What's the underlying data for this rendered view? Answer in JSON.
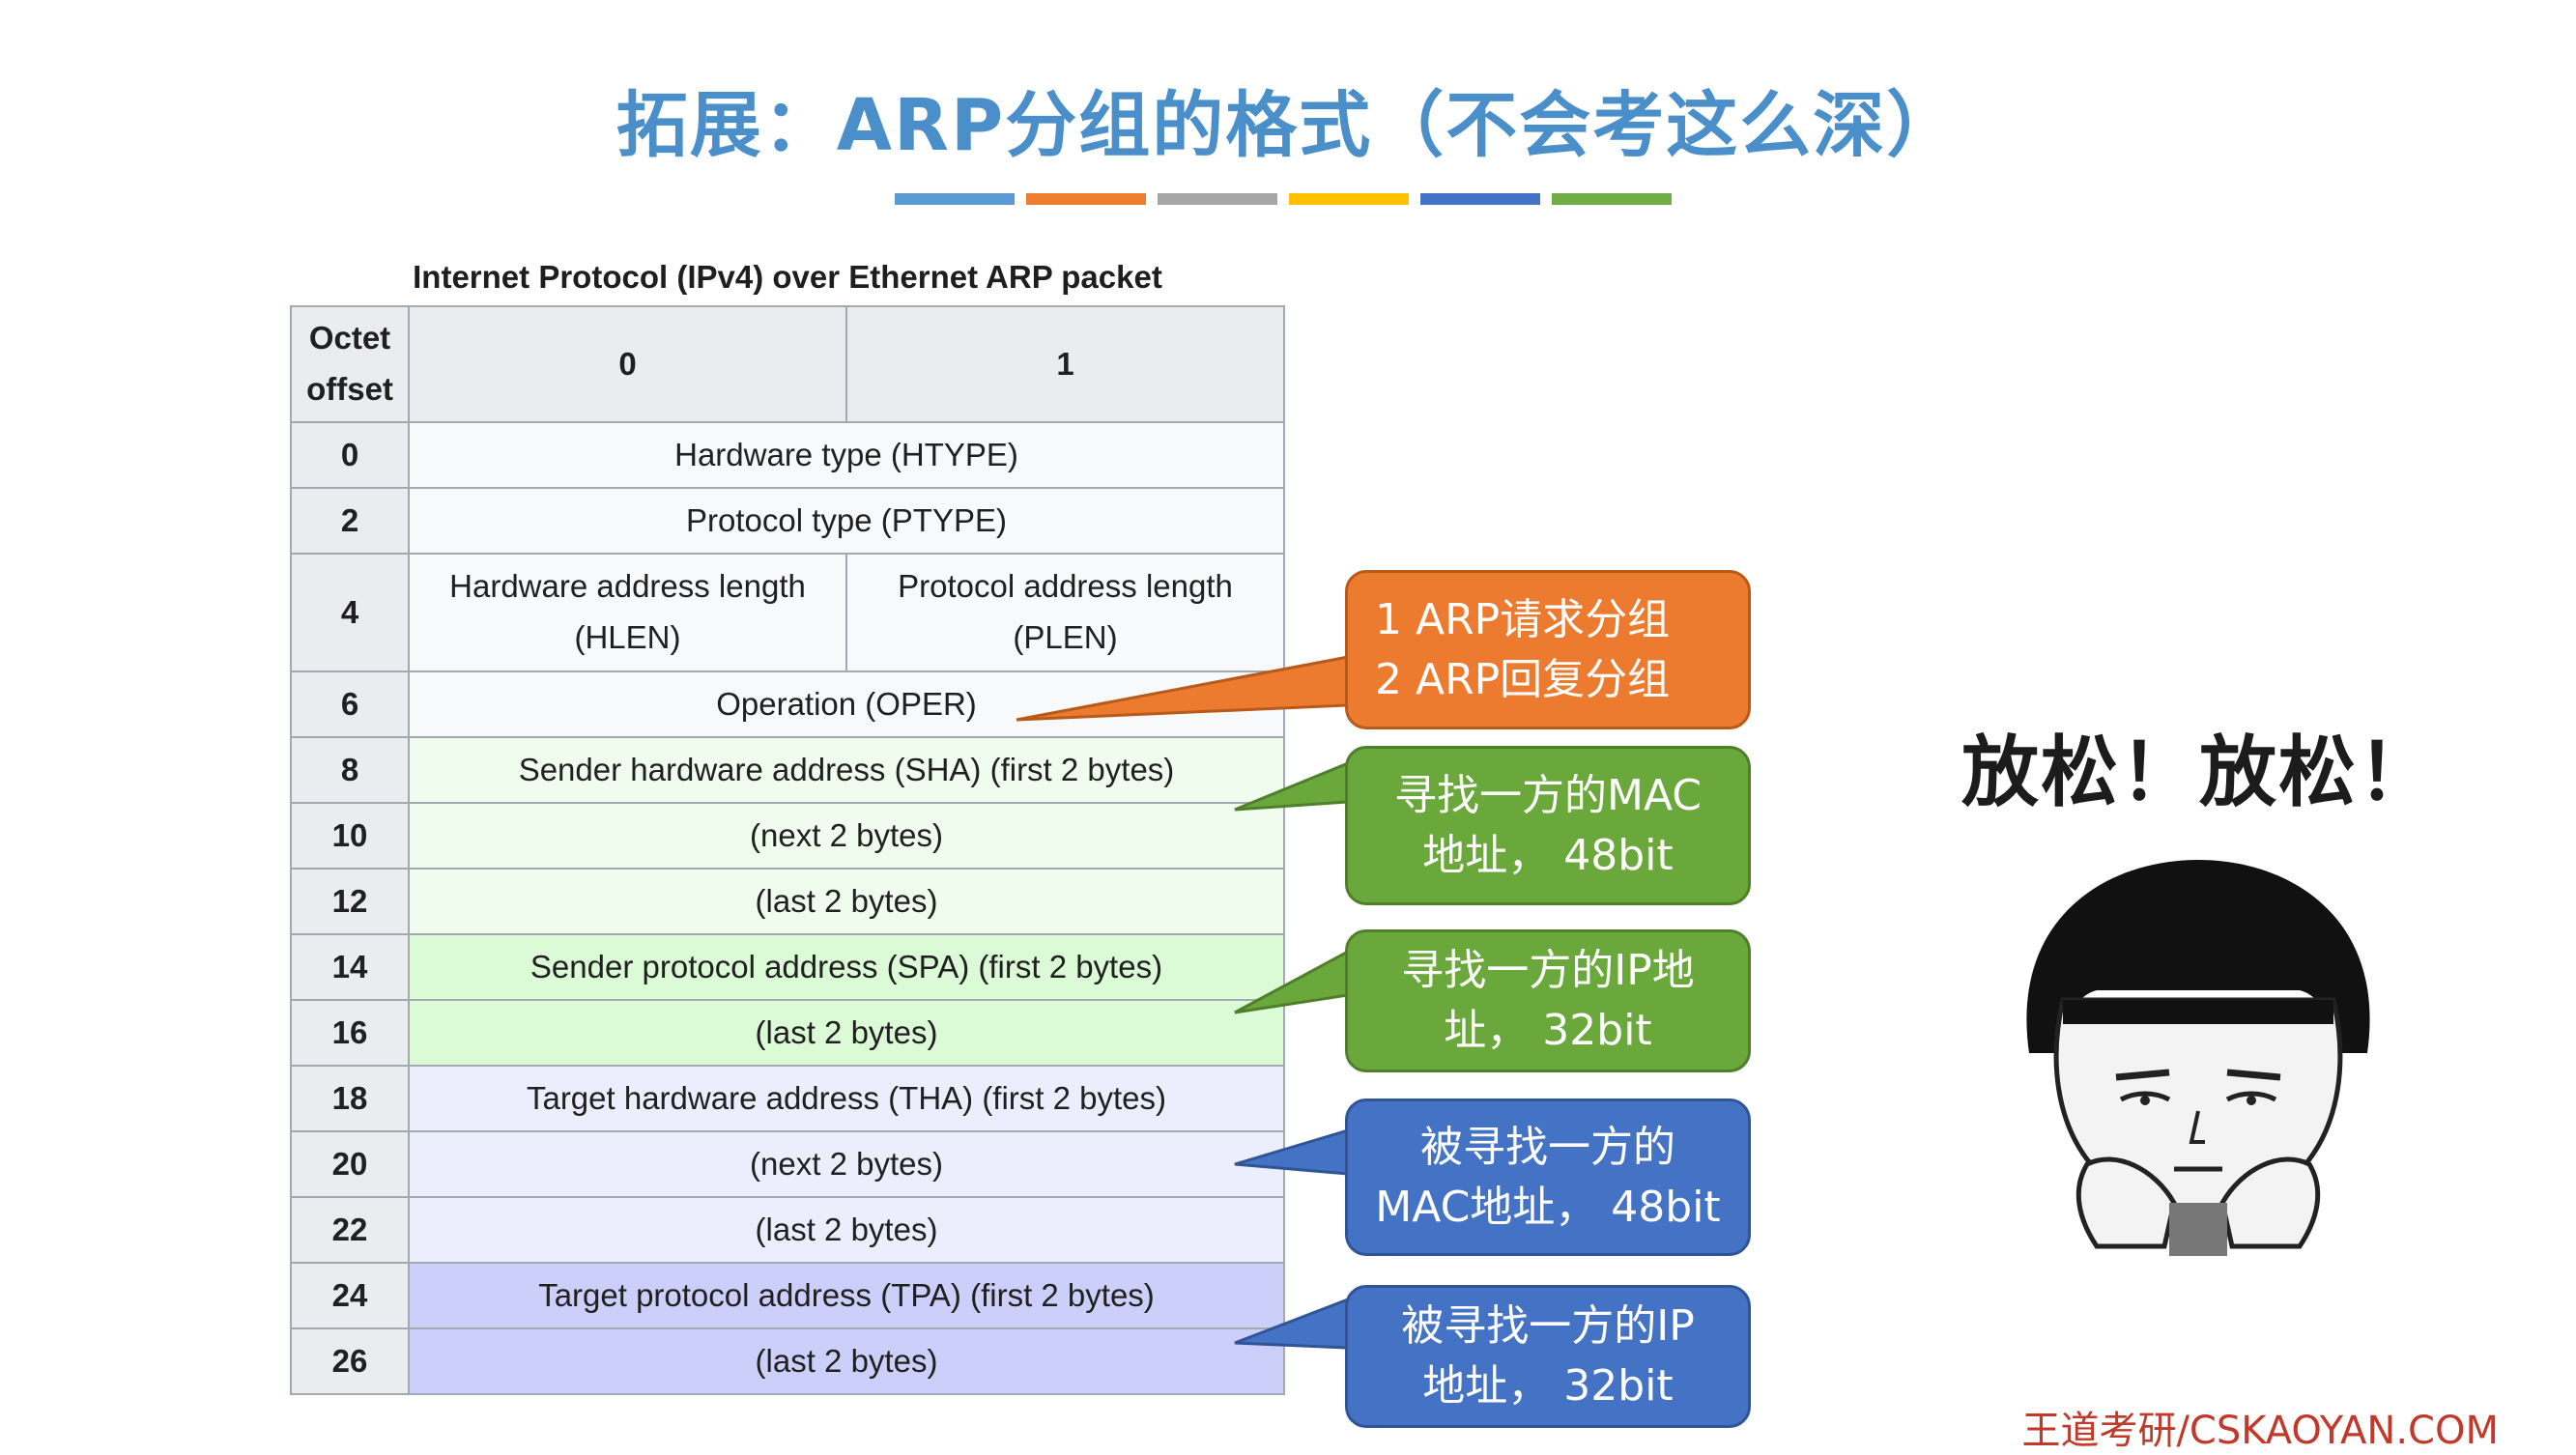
{
  "title": "拓展：ARP分组的格式（不会考这么深）",
  "accent_colors": [
    "#5b9bd5",
    "#ed7d31",
    "#a5a5a5",
    "#ffc000",
    "#4472c4",
    "#70ad47"
  ],
  "table": {
    "caption": "Internet Protocol (IPv4) over Ethernet ARP packet",
    "header": {
      "octet_offset": "Octet offset",
      "col0": "0",
      "col1": "1"
    },
    "rows": [
      {
        "offset": "0",
        "cells": [
          "Hardware type (HTYPE)"
        ]
      },
      {
        "offset": "2",
        "cells": [
          "Protocol type (PTYPE)"
        ]
      },
      {
        "offset": "4",
        "cells": [
          "Hardware address length (HLEN)",
          "Protocol address length (PLEN)"
        ]
      },
      {
        "offset": "6",
        "cells": [
          "Operation (OPER)"
        ]
      },
      {
        "offset": "8",
        "cells": [
          "Sender hardware address (SHA) (first 2 bytes)"
        ]
      },
      {
        "offset": "10",
        "cells": [
          "(next 2 bytes)"
        ]
      },
      {
        "offset": "12",
        "cells": [
          "(last 2 bytes)"
        ]
      },
      {
        "offset": "14",
        "cells": [
          "Sender protocol address (SPA) (first 2 bytes)"
        ]
      },
      {
        "offset": "16",
        "cells": [
          "(last 2 bytes)"
        ]
      },
      {
        "offset": "18",
        "cells": [
          "Target hardware address (THA) (first 2 bytes)"
        ]
      },
      {
        "offset": "20",
        "cells": [
          "(next 2 bytes)"
        ]
      },
      {
        "offset": "22",
        "cells": [
          "(last 2 bytes)"
        ]
      },
      {
        "offset": "24",
        "cells": [
          "Target protocol address (TPA) (first 2 bytes)"
        ]
      },
      {
        "offset": "26",
        "cells": [
          "(last 2 bytes)"
        ]
      }
    ]
  },
  "callouts": {
    "oper": {
      "line1": "1 ARP请求分组",
      "line2": "2 ARP回复分组",
      "color": "#ec7a2f"
    },
    "sha": {
      "line1": "寻找一方的MAC",
      "line2": "地址， 48bit",
      "color": "#6aa83c"
    },
    "spa": {
      "line1": "寻找一方的IP地",
      "line2": "址， 32bit",
      "color": "#6aa83c"
    },
    "tha": {
      "line1": "被寻找一方的",
      "line2": "MAC地址， 48bit",
      "color": "#4472c4"
    },
    "tpa": {
      "line1": "被寻找一方的IP",
      "line2": "地址， 32bit",
      "color": "#4472c4"
    }
  },
  "side": {
    "relax_text": "放松！放松！",
    "meme_icon": "cartoon-face-icon"
  },
  "brand": "王道考研/CSKAOYAN.COM"
}
